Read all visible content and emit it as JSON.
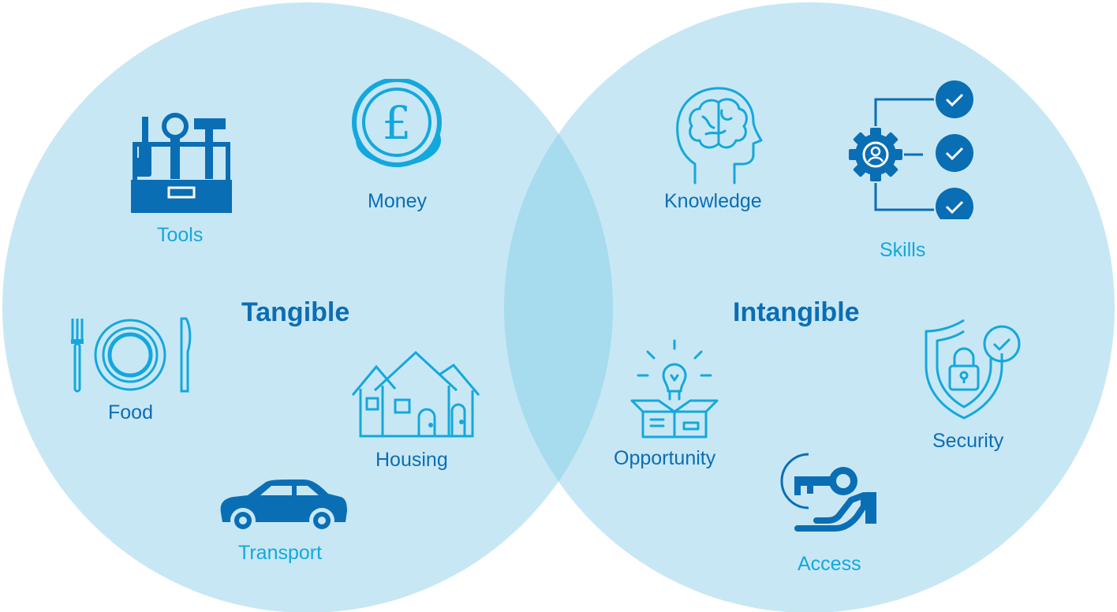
{
  "colors": {
    "circle_fill": "#c8e7f4",
    "overlap_fill": "#a7dbee",
    "dark_blue": "#0a6eb4",
    "light_blue": "#13a8dd",
    "background": "#ffffff"
  },
  "left": {
    "heading": "Tangible",
    "items": {
      "tools": {
        "label": "Tools",
        "icon": "toolbox-icon"
      },
      "money": {
        "label": "Money",
        "icon": "pound-coin-icon"
      },
      "food": {
        "label": "Food",
        "icon": "plate-cutlery-icon"
      },
      "housing": {
        "label": "Housing",
        "icon": "houses-icon"
      },
      "transport": {
        "label": "Transport",
        "icon": "car-icon"
      }
    }
  },
  "right": {
    "heading": "Intangible",
    "items": {
      "knowledge": {
        "label": "Knowledge",
        "icon": "brain-head-icon"
      },
      "skills": {
        "label": "Skills",
        "icon": "gear-checklist-icon"
      },
      "opportunity": {
        "label": "Opportunity",
        "icon": "lightbulb-box-icon"
      },
      "security": {
        "label": "Security",
        "icon": "shield-lock-icon"
      },
      "access": {
        "label": "Access",
        "icon": "key-hand-icon"
      }
    }
  }
}
